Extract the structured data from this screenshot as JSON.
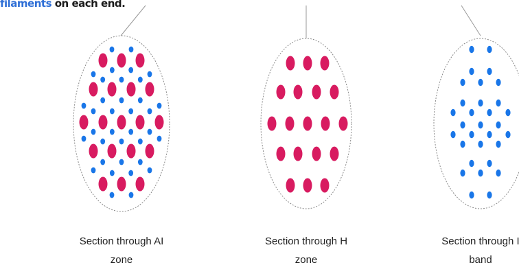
{
  "intro": {
    "link_text": "filaments",
    "rest_text": " on each end."
  },
  "sections": [
    {
      "caption_line1": "Section through AI",
      "caption_line2": "zone",
      "filaments": [
        "thick",
        "thin"
      ]
    },
    {
      "caption_line1": "Section through H",
      "caption_line2": "zone",
      "filaments": [
        "thick"
      ]
    },
    {
      "caption_line1": "Section through I",
      "caption_line2": "band",
      "filaments": [
        "thin"
      ]
    }
  ],
  "colors": {
    "thick_filament": "#d81b60",
    "thin_filament": "#1976e8",
    "outline": "#888888"
  }
}
